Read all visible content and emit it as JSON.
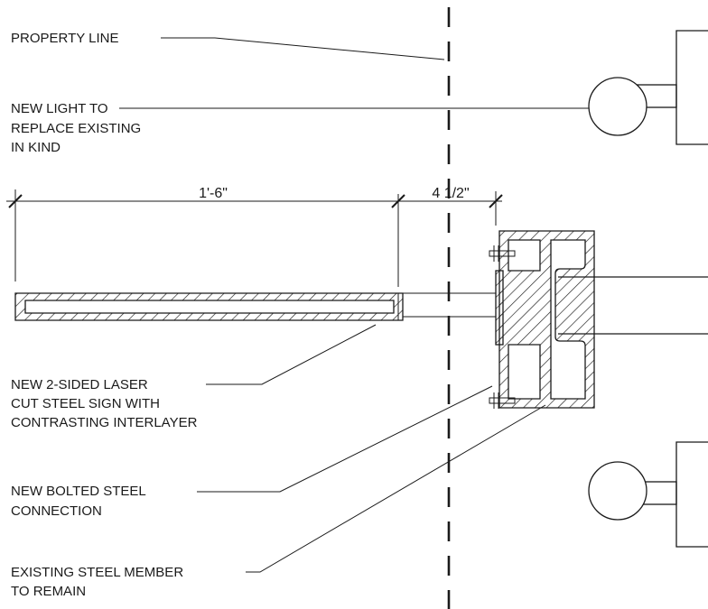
{
  "labels": {
    "property_line": "PROPERTY LINE",
    "new_light": [
      "NEW LIGHT TO",
      "REPLACE EXISTING",
      "IN KIND"
    ],
    "sign": [
      "NEW 2-SIDED LASER",
      "CUT STEEL SIGN WITH",
      "CONTRASTING INTERLAYER"
    ],
    "bolted": [
      "NEW BOLTED STEEL",
      "CONNECTION"
    ],
    "existing": [
      "EXISTING STEEL MEMBER",
      "TO REMAIN"
    ]
  },
  "dimensions": {
    "sign_length": "1'-6\"",
    "offset": "4 1/2\""
  }
}
